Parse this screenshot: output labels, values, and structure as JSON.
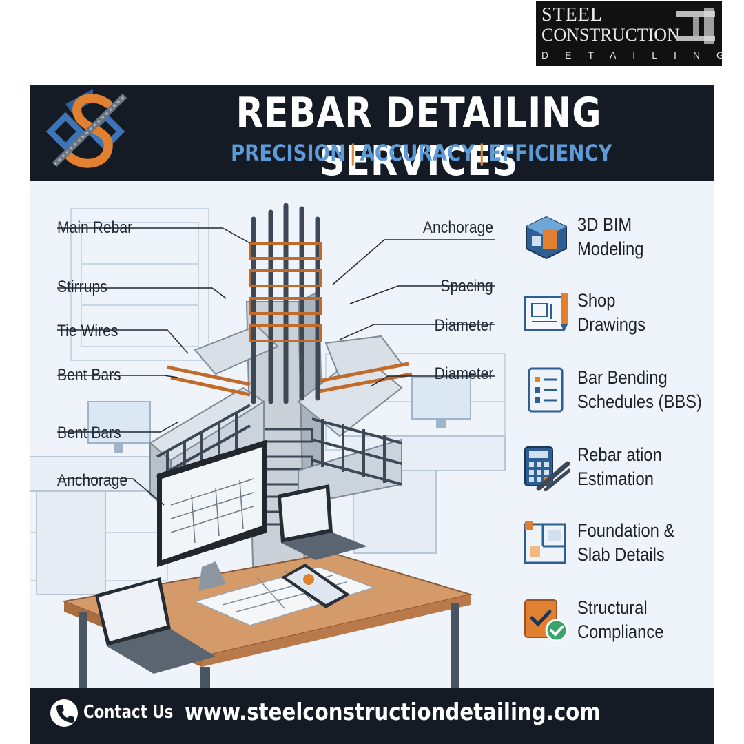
{
  "brand": {
    "line1": "STEEL",
    "line2": "CONSTRUCTION",
    "line3": "DETAILING"
  },
  "header": {
    "title": "REBAR DETAILING SERVICES",
    "tagline": [
      "PRECISION",
      "ACCURACY",
      "EFFICIENCY"
    ],
    "separator": "|",
    "accent_color": "#5d9ad6",
    "separator_color": "#d98b3a",
    "background": "#141b24"
  },
  "callouts_left": [
    "Main Rebar",
    "Stirrups",
    "Tie Wires",
    "Bent Bars",
    "Bent Bars",
    "Anchorage"
  ],
  "callouts_right": [
    "Anchorage",
    "Spacing",
    "Diameter",
    "Diameter"
  ],
  "services": [
    {
      "icon": "3d-cube-icon",
      "lines": [
        "3D BIM",
        "Modeling"
      ]
    },
    {
      "icon": "blueprint-icon",
      "lines": [
        "Shop",
        "Drawings"
      ]
    },
    {
      "icon": "checklist-icon",
      "lines": [
        "Bar Bending",
        "Schedules (BBS)"
      ]
    },
    {
      "icon": "calculator-icon",
      "lines": [
        "Rebar  ation",
        "Estimation"
      ]
    },
    {
      "icon": "floor-plan-icon",
      "lines": [
        "Foundation &",
        "Slab Details"
      ]
    },
    {
      "icon": "compliance-check-icon",
      "lines": [
        "Structural",
        "Compliance"
      ]
    }
  ],
  "footer": {
    "contact_label": "Contact Us",
    "url": "www.steelconstructiondetailing.com",
    "icon": "phone-icon"
  }
}
